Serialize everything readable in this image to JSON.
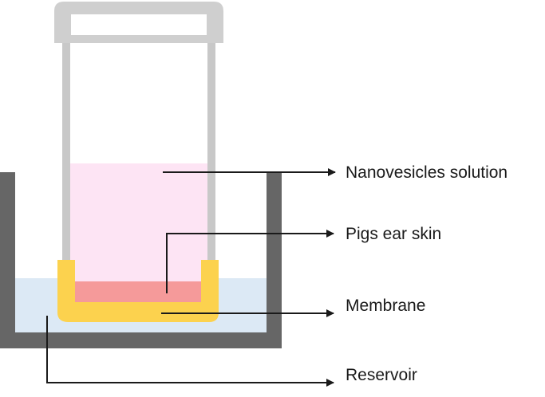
{
  "labels": {
    "nanovesicles_solution": "Nanovesicles solution",
    "pigs_ear_skin": "Pigs ear skin",
    "membrane": "Membrane",
    "reservoir": "Reservoir"
  },
  "colors": {
    "tube": "#c8c8c8",
    "cap": "#cfcfcf",
    "beaker": "#666666",
    "reservoir_liquid": "#dce9f5",
    "nanovesicles_solution": "#fde4f4",
    "pigs_ear_skin": "#f59a9a",
    "membrane": "#fcd24e",
    "leader_line": "#1a1a1a"
  }
}
